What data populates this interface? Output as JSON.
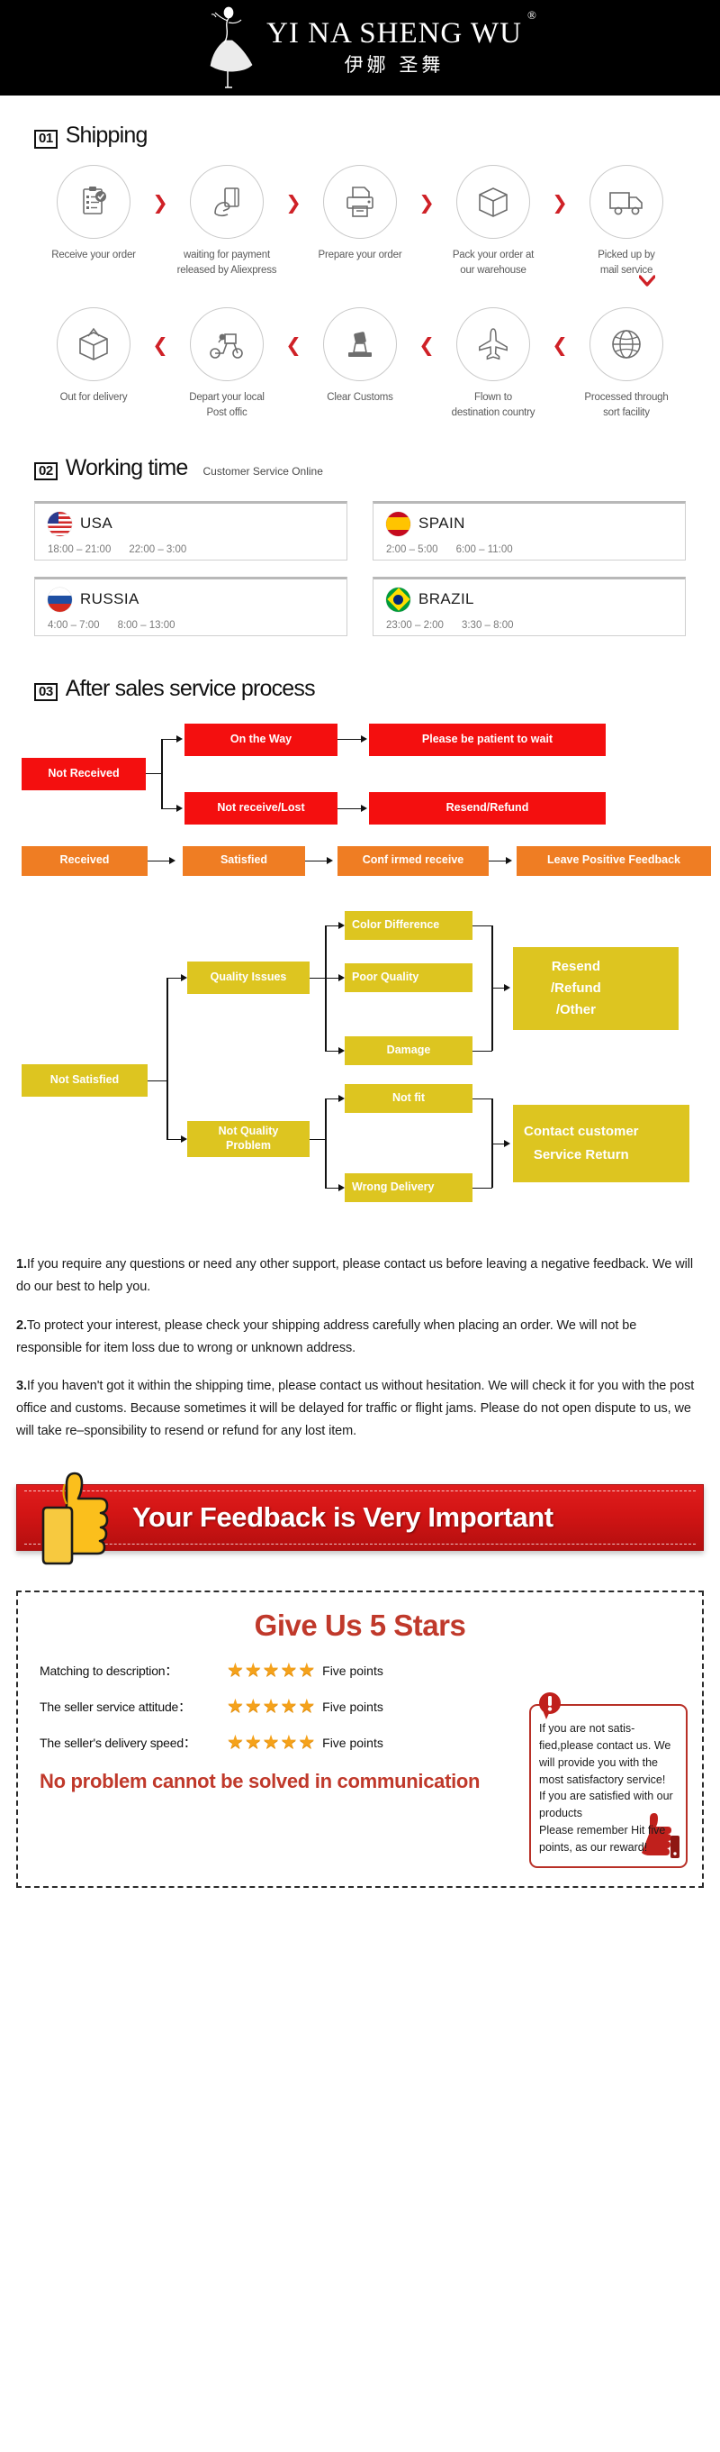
{
  "brand": {
    "name_en": "YI NA SHENG WU",
    "registered": "®",
    "name_cn": "伊娜 圣舞"
  },
  "sections": {
    "shipping": {
      "num": "01",
      "title": "Shipping"
    },
    "working": {
      "num": "02",
      "title": "Working time",
      "subtitle": "Customer Service Online"
    },
    "after": {
      "num": "03",
      "title": "After sales service process"
    }
  },
  "shipping": {
    "arrow": "❯",
    "down_arrow": "⌄",
    "row1": [
      {
        "icon": "clipboard-check-icon",
        "label": "Receive your order"
      },
      {
        "icon": "hand-card-icon",
        "label": "waiting for payment\nreleased by Aliexpress"
      },
      {
        "icon": "printer-icon",
        "label": "Prepare your order"
      },
      {
        "icon": "box-icon",
        "label": "Pack your order at\nour warehouse"
      },
      {
        "icon": "truck-icon",
        "label": "Picked up by\nmail service"
      }
    ],
    "row2": [
      {
        "icon": "open-box-icon",
        "label": "Out  for delivery"
      },
      {
        "icon": "scooter-icon",
        "label": "Depart your local\nPost offic"
      },
      {
        "icon": "customs-stamp-icon",
        "label": "Clear Customs"
      },
      {
        "icon": "airplane-icon",
        "label": "Flown to\ndestination country"
      },
      {
        "icon": "globe-icon",
        "label": "Processed through\nsort facility"
      }
    ]
  },
  "working_time": [
    {
      "flag": "usa-flag-icon",
      "country": "USA",
      "times": [
        "18:00 – 21:00",
        "22:00 – 3:00"
      ]
    },
    {
      "flag": "spain-flag-icon",
      "country": "SPAIN",
      "times": [
        "2:00 – 5:00",
        "6:00 – 11:00"
      ]
    },
    {
      "flag": "russia-flag-icon",
      "country": "RUSSIA",
      "times": [
        "4:00 – 7:00",
        "8:00 – 13:00"
      ]
    },
    {
      "flag": "brazil-flag-icon",
      "country": "BRAZIL",
      "times": [
        "23:00 – 2:00",
        "3:30 – 8:00"
      ]
    }
  ],
  "flow_not_received": {
    "root": "Not Received",
    "branch1": "On the Way",
    "branch1_result": "Please be patient to wait",
    "branch2": "Not receive/Lost",
    "branch2_result": "Resend/Refund"
  },
  "flow_received": {
    "step1": "Received",
    "step2": "Satisfied",
    "step3": "Conf irmed receive",
    "step4": "Leave Positive Feedback"
  },
  "flow_not_satisfied": {
    "root": "Not Satisfied",
    "quality_issues": "Quality Issues",
    "color_difference": "Color Difference",
    "poor_quality": "Poor Quality",
    "damage": "Damage",
    "resend_refund_other": "Resend\n/Refund\n/Other",
    "not_quality_problem": "Not Quality\nProblem",
    "not_fit": "Not fit",
    "wrong_delivery": "Wrong Delivery",
    "contact_return": "Contact customer\nService Return"
  },
  "notes": [
    {
      "num": "1.",
      "text": "If you require any questions or need any other support, please contact us before leaving a negative feedback. We will do our best to help you."
    },
    {
      "num": "2.",
      "text": "To protect your interest, please check your shipping address carefully when placing an order. We will not be responsible for item loss due to wrong or unknown address."
    },
    {
      "num": "3.",
      "text": "If you haven't got it within the shipping time, please contact us without hesitation. We will check it for you with the post office and customs. Because sometimes it will be delayed for traffic or flight jams. Please do not open dispute to us, we will take re–sponsibility to resend or refund for any lost item."
    }
  ],
  "feedback_banner": {
    "text": "Your Feedback is Very Important",
    "icon": "thumbs-up-icon",
    "color": "#d21414"
  },
  "stars": {
    "title": "Give Us 5 Stars",
    "star_glyph": "★",
    "rows": [
      {
        "label": "Matching to description：",
        "count": 5,
        "points": "Five points"
      },
      {
        "label": "The seller service attitude：",
        "count": 5,
        "points": "Five points"
      },
      {
        "label": "The seller's delivery speed：",
        "count": 5,
        "points": "Five points"
      }
    ],
    "slogan": "No problem cannot be solved in communication",
    "side_note": "If you are not satis-fied,please contact us. We will provide you with the most satisfactory service!\nIf you are satisfied with our products\nPlease remember Hit five points, as our reward!",
    "side_note_icon": "exclamation-icon",
    "side_thumb_icon": "thumbs-up-icon",
    "accent": "#c0392b"
  }
}
